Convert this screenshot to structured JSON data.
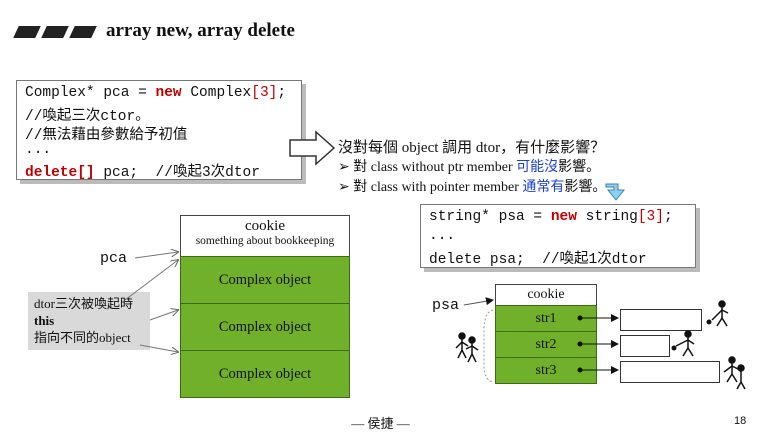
{
  "title": "array new, array delete",
  "code1": {
    "line1_a": "Complex* pca = ",
    "line1_new": "new",
    "line1_b": " Complex",
    "line1_c": "[3]",
    "line1_d": ";",
    "line2": "//喚起三次ctor。",
    "line3": "//無法藉由參數給予初值",
    "line4": "...",
    "line5_del": "delete[]",
    "line5_rest": " pca;  //喚起3次dtor"
  },
  "question": "沒對每個 object 調用 dtor，有什麼影響？",
  "bullet1_a": "對 class without ptr member ",
  "bullet1_hl": "可能沒",
  "bullet1_b": "影響。",
  "bullet2_a": "對 class with pointer member ",
  "bullet2_hl": "通常有",
  "bullet2_b": "影響。",
  "code2": {
    "line1_a": "string* psa = ",
    "line1_new": "new",
    "line1_b": " string",
    "line1_c": "[3]",
    "line1_d": ";",
    "line2": "...",
    "line3": "delete psa;  //喚起1次dtor"
  },
  "left_diagram": {
    "pointer_label": "pca",
    "cookie_title": "cookie",
    "cookie_sub": "something about bookkeeping",
    "objects": [
      "Complex object",
      "Complex object",
      "Complex object"
    ],
    "note_line1": "dtor三次被喚起時",
    "note_line2": "this",
    "note_line3": "指向不同的object"
  },
  "right_diagram": {
    "pointer_label": "psa",
    "cookie_title": "cookie",
    "strings": [
      "str1",
      "str2",
      "str3"
    ]
  },
  "footer": "— 侯捷 —",
  "page_number": "18",
  "colors": {
    "keyword": "#c00000",
    "highlight": "#1a3fd6",
    "object_green": "#70b02a"
  }
}
